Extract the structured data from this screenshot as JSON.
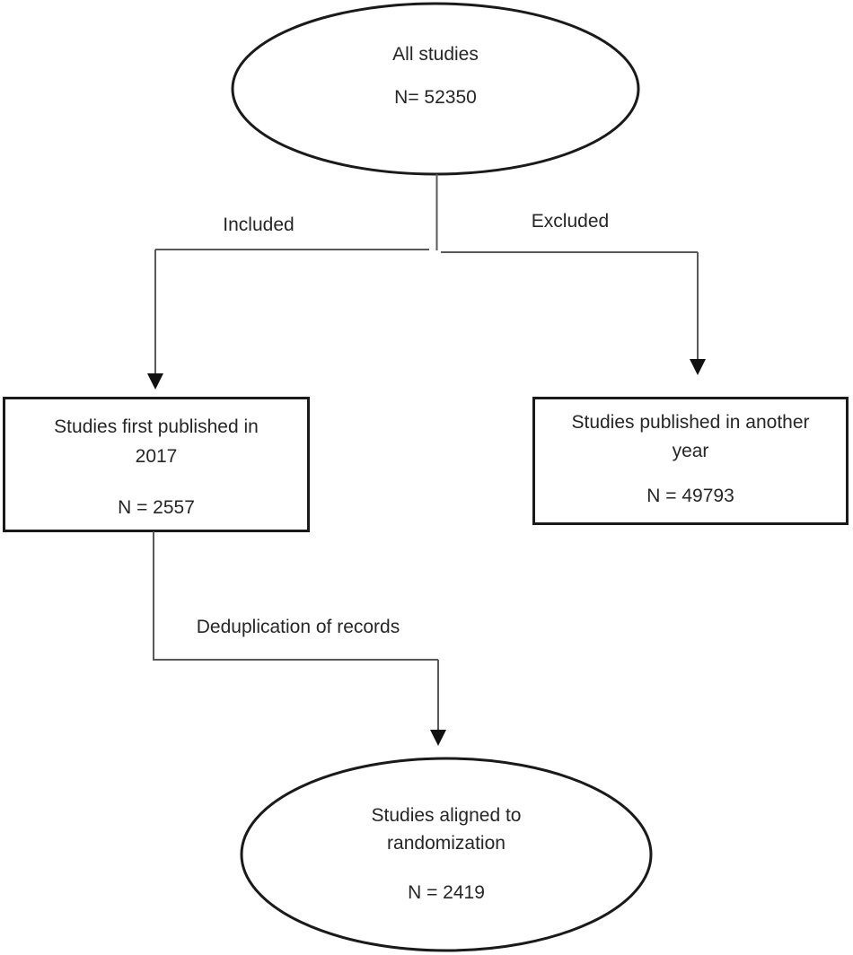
{
  "nodes": {
    "top_ellipse": {
      "title": "All studies",
      "count": "N= 52350"
    },
    "left_box": {
      "line1": "Studies first published in",
      "line2": "2017",
      "count": "N = 2557"
    },
    "right_box": {
      "line1": "Studies published in another",
      "line2": "year",
      "count": "N = 49793"
    },
    "bottom_ellipse": {
      "line1": "Studies aligned to",
      "line2": "randomization",
      "count": "N = 2419"
    }
  },
  "edge_labels": {
    "included": "Included",
    "excluded": "Excluded",
    "dedup": "Deduplication of records"
  },
  "colors": {
    "node_stroke": "#1a1a1a",
    "connector": "#595959",
    "arrowhead": "#111111",
    "text": "#262626",
    "background": "#ffffff"
  }
}
